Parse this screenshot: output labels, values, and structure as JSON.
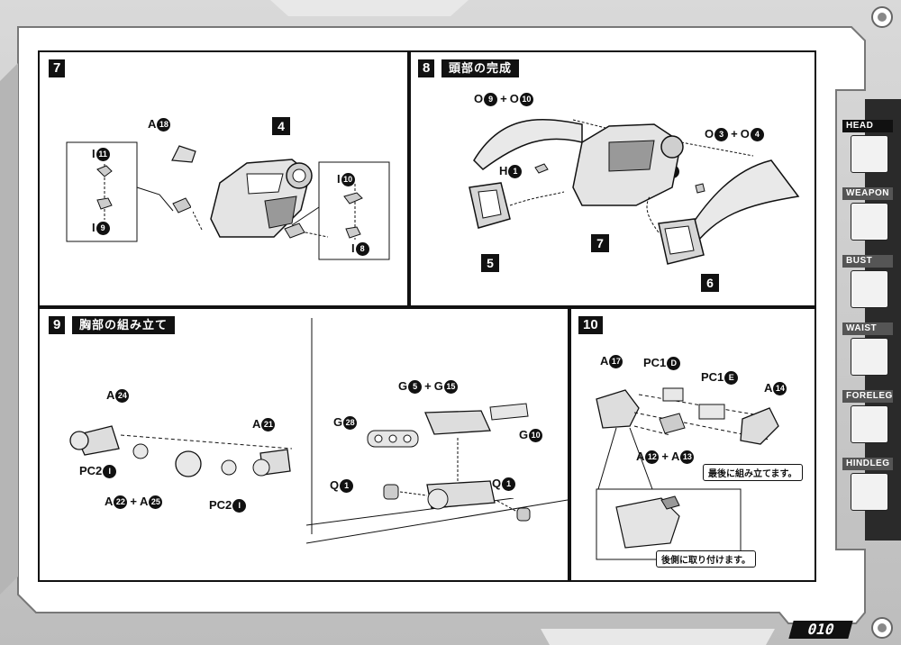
{
  "page_number": "010",
  "side_tabs": [
    {
      "label": "HEAD"
    },
    {
      "label": "WEAPON"
    },
    {
      "label": "BUST"
    },
    {
      "label": "WAIST"
    },
    {
      "label": "FORELEG"
    },
    {
      "label": "HINDLEG"
    }
  ],
  "step7": {
    "number": "7",
    "labels": {
      "a18": {
        "letter": "A",
        "num": "18"
      },
      "i11": {
        "letter": "I",
        "num": "11"
      },
      "i9": {
        "letter": "I",
        "num": "9"
      },
      "i10": {
        "letter": "I",
        "num": "10"
      },
      "i8": {
        "letter": "I",
        "num": "8"
      }
    },
    "callout": "4"
  },
  "step8": {
    "number": "8",
    "title": "頭部の完成",
    "labels": {
      "o9": {
        "letter": "O",
        "num": "9"
      },
      "o10": {
        "letter": "O",
        "num": "10"
      },
      "o3": {
        "letter": "O",
        "num": "3"
      },
      "o4": {
        "letter": "O",
        "num": "4"
      },
      "h1": {
        "letter": "H",
        "num": "1"
      },
      "h2": {
        "letter": "H",
        "num": "2"
      }
    },
    "callouts": {
      "c5": "5",
      "c7": "7",
      "c6": "6"
    }
  },
  "step9": {
    "number": "9",
    "title": "胸部の組み立て",
    "labels": {
      "a24": {
        "letter": "A",
        "num": "24"
      },
      "a21": {
        "letter": "A",
        "num": "21"
      },
      "pc2a": {
        "letter": "PC2",
        "num": "I"
      },
      "a22": {
        "letter": "A",
        "num": "22"
      },
      "a25": {
        "letter": "A",
        "num": "25"
      },
      "pc2b": {
        "letter": "PC2",
        "num": "I"
      },
      "g5": {
        "letter": "G",
        "num": "5"
      },
      "g15": {
        "letter": "G",
        "num": "15"
      },
      "g28": {
        "letter": "G",
        "num": "28"
      },
      "g10": {
        "letter": "G",
        "num": "10"
      },
      "q1a": {
        "letter": "Q",
        "num": "1"
      },
      "q1b": {
        "letter": "Q",
        "num": "1"
      }
    }
  },
  "step10": {
    "number": "10",
    "labels": {
      "a17": {
        "letter": "A",
        "num": "17"
      },
      "pc1d": {
        "letter": "PC1",
        "num": "D"
      },
      "pc1e": {
        "letter": "PC1",
        "num": "E"
      },
      "a14": {
        "letter": "A",
        "num": "14"
      },
      "a12": {
        "letter": "A",
        "num": "12"
      },
      "a13": {
        "letter": "A",
        "num": "13"
      }
    },
    "note_last": "最後に組み立てます。",
    "note_rear": "後側に取り付けます。"
  },
  "plus": "+"
}
